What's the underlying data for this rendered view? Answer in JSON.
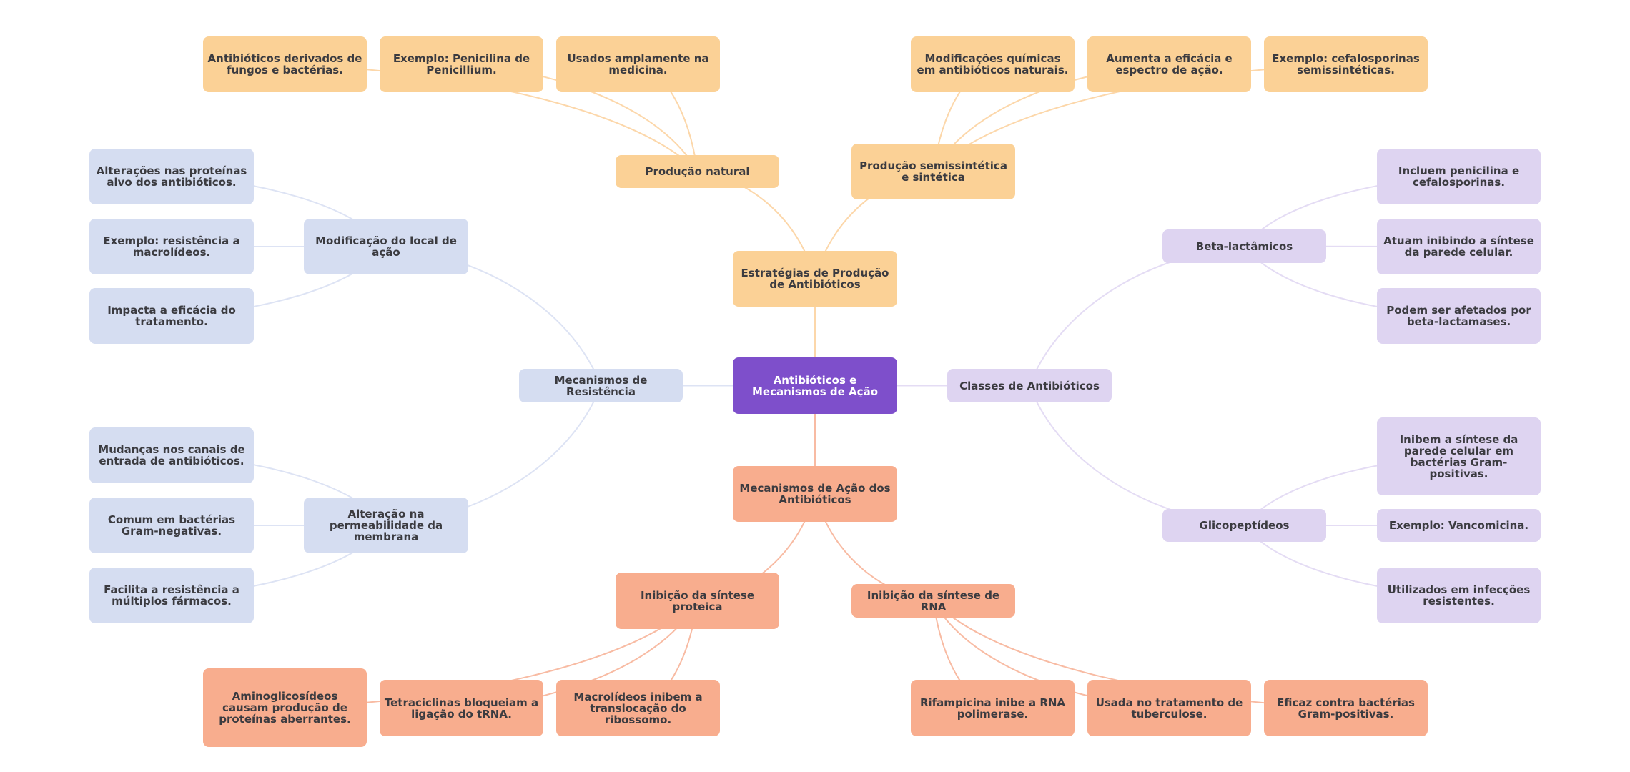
{
  "title": "Antibióticos e Mecanismos de Ação",
  "colors": {
    "root": "#7e4fcb",
    "orange": "#fbd196",
    "salmon": "#f8ad8e",
    "blue": "#d5ddf1",
    "lavender": "#ded4f1",
    "edge_orange": "#fcd7aa",
    "edge_salmon": "#f8bba3",
    "edge_blue": "#dde3f4",
    "edge_lavender": "#e4dcf4"
  },
  "nodes": {
    "root": "Antibióticos e Mecanismos de Ação",
    "strategies": "Estratégias de Produção de Antibióticos",
    "natural": "Produção natural",
    "natural_1": "Antibióticos derivados de fungos e bactérias.",
    "natural_2": "Exemplo: Penicilina de Penicillium.",
    "natural_3": "Usados amplamente na medicina.",
    "semi": "Produção semissintética e sintética",
    "semi_1": "Modificações químicas em antibióticos naturais.",
    "semi_2": "Aumenta a eficácia e espectro de ação.",
    "semi_3": "Exemplo: cefalosporinas semissintéticas.",
    "resistance": "Mecanismos de Resistência",
    "site": "Modificação do local de ação",
    "site_1": "Alterações nas proteínas alvo dos antibióticos.",
    "site_2": "Exemplo: resistência a macrolídeos.",
    "site_3": "Impacta a eficácia do tratamento.",
    "perm": "Alteração na permeabilidade da membrana",
    "perm_1": "Mudanças nos canais de entrada de antibióticos.",
    "perm_2": "Comum em bactérias Gram-negativas.",
    "perm_3": "Facilita a resistência a múltiplos fármacos.",
    "classes": "Classes de Antibióticos",
    "beta": "Beta-lactâmicos",
    "beta_1": "Incluem penicilina e cefalosporinas.",
    "beta_2": "Atuam inibindo a síntese da parede celular.",
    "beta_3": "Podem ser afetados por beta-lactamases.",
    "glyco": "Glicopeptídeos",
    "glyco_1": "Inibem a síntese da parede celular em bactérias Gram-positivas.",
    "glyco_2": "Exemplo: Vancomicina.",
    "glyco_3": "Utilizados em infecções resistentes.",
    "action": "Mecanismos de Ação dos Antibióticos",
    "protein": "Inibição da síntese proteica",
    "protein_1": "Aminoglicosídeos causam produção de proteínas aberrantes.",
    "protein_2": "Tetraciclinas bloqueiam a ligação do tRNA.",
    "protein_3": "Macrolídeos inibem a translocação do ribossomo.",
    "rna": "Inibição da síntese de RNA",
    "rna_1": "Rifampicina inibe a RNA polimerase.",
    "rna_2": "Usada no tratamento de tuberculose.",
    "rna_3": "Eficaz contra bactérias Gram-positivas."
  },
  "edges": [
    [
      "root",
      "strategies"
    ],
    [
      "root",
      "resistance"
    ],
    [
      "root",
      "classes"
    ],
    [
      "root",
      "action"
    ],
    [
      "strategies",
      "natural"
    ],
    [
      "strategies",
      "semi"
    ],
    [
      "natural",
      "natural_1"
    ],
    [
      "natural",
      "natural_2"
    ],
    [
      "natural",
      "natural_3"
    ],
    [
      "semi",
      "semi_1"
    ],
    [
      "semi",
      "semi_2"
    ],
    [
      "semi",
      "semi_3"
    ],
    [
      "resistance",
      "site"
    ],
    [
      "resistance",
      "perm"
    ],
    [
      "site",
      "site_1"
    ],
    [
      "site",
      "site_2"
    ],
    [
      "site",
      "site_3"
    ],
    [
      "perm",
      "perm_1"
    ],
    [
      "perm",
      "perm_2"
    ],
    [
      "perm",
      "perm_3"
    ],
    [
      "classes",
      "beta"
    ],
    [
      "classes",
      "glyco"
    ],
    [
      "beta",
      "beta_1"
    ],
    [
      "beta",
      "beta_2"
    ],
    [
      "beta",
      "beta_3"
    ],
    [
      "glyco",
      "glyco_1"
    ],
    [
      "glyco",
      "glyco_2"
    ],
    [
      "glyco",
      "glyco_3"
    ],
    [
      "action",
      "protein"
    ],
    [
      "action",
      "rna"
    ],
    [
      "protein",
      "protein_1"
    ],
    [
      "protein",
      "protein_2"
    ],
    [
      "protein",
      "protein_3"
    ],
    [
      "rna",
      "rna_1"
    ],
    [
      "rna",
      "rna_2"
    ],
    [
      "rna",
      "rna_3"
    ]
  ]
}
